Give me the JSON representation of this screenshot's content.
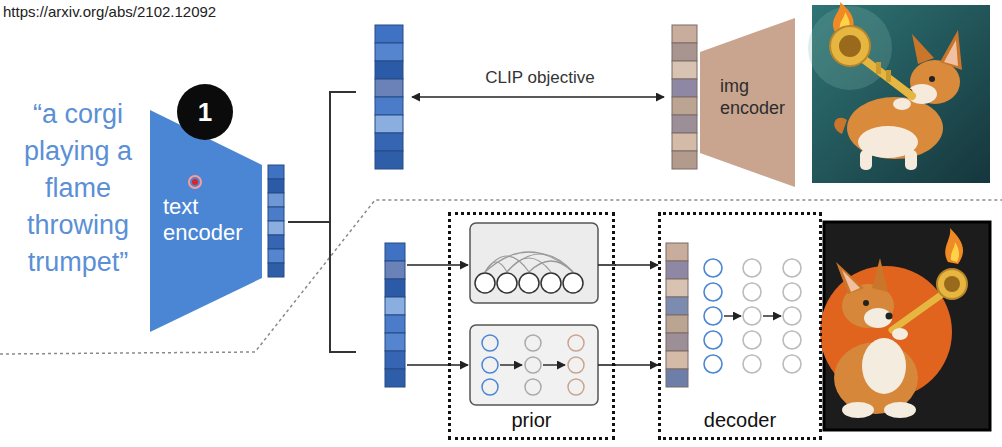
{
  "diagram": {
    "nodes": [
      {
        "text": [
          "1"
        ]
      },
      {
        "text": [
          "text encoder"
        ]
      },
      {
        "text": [
          "img encoder"
        ]
      },
      {
        "text": [
          "prior"
        ]
      },
      {
        "text": [
          "decoder"
        ]
      }
    ],
    "edges": [
      {
        "from": 3,
        "to": 4,
        "arrow": "to"
      },
      {
        "from": 3,
        "to": 4,
        "arrow": "to"
      }
    ],
    "labels": [
      "https://arxiv.org/abs/2102.12092",
      "“a corgi playing a flame throwing trumpet”",
      "CLIP objective"
    ]
  }
}
